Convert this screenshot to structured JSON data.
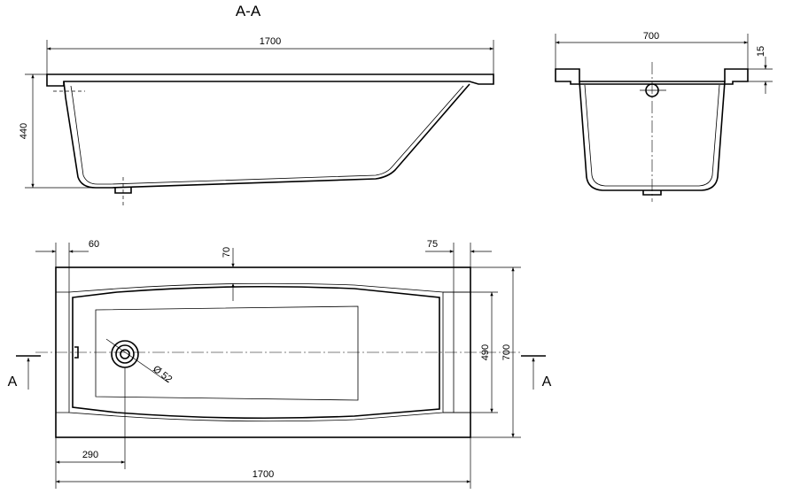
{
  "section_title": "A-A",
  "side_view": {
    "length": "1700",
    "height": "440"
  },
  "end_view": {
    "width": "700",
    "rim": "15"
  },
  "top_view": {
    "left_margin": "60",
    "top_margin": "70",
    "right_margin": "75",
    "inner_width": "490",
    "outer_width": "700",
    "drain_diameter": "Ø 52",
    "drain_offset": "290",
    "length": "1700"
  },
  "section_marker": {
    "left": "A",
    "right": "A"
  }
}
